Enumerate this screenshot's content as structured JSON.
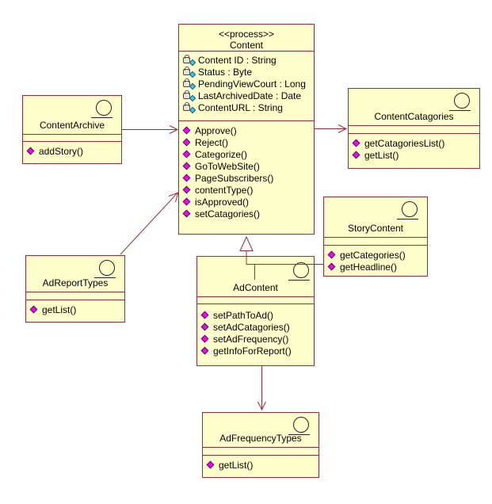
{
  "colors": {
    "box_fill": "#FFFFCC",
    "line_color": "#9C2B3A",
    "attribute_icon_color": "#3FC8F4",
    "operation_icon_color": "#E90CE9"
  },
  "classes": {
    "content": {
      "stereotype": "<<process>>",
      "name": "Content",
      "attributes": [
        "Content ID : String",
        "Status : Byte",
        "PendingViewCourt : Long",
        "LastArchivedDate : Date",
        "ContentURL : String"
      ],
      "methods": [
        "Approve()",
        "Reject()",
        "Categorize()",
        "GoToWebSite()",
        "PageSubscribers()",
        "contentType()",
        "isApproved()",
        "setCatagories()"
      ]
    },
    "content_archive": {
      "name": "ContentArchive",
      "methods": [
        "addStory()"
      ]
    },
    "content_catagories": {
      "name": "ContentCatagories",
      "methods": [
        "getCatagoriesList()",
        "getList()"
      ]
    },
    "story_content": {
      "name": "StoryContent",
      "methods": [
        "getCategories()",
        "getHeadline()"
      ]
    },
    "ad_report_types": {
      "name": "AdReportTypes",
      "methods": [
        "getList()"
      ]
    },
    "ad_content": {
      "name": "AdContent",
      "methods": [
        "setPathToAd()",
        "setAdCatagories()",
        "setAdFrequency()",
        "getInfoForReport()"
      ]
    },
    "ad_frequency_types": {
      "name": "AdFrequencyTypes",
      "methods": [
        "getList()"
      ]
    }
  },
  "relations": [
    {
      "from": "ContentArchive",
      "to": "Content",
      "type": "association-arrow"
    },
    {
      "from": "Content",
      "to": "ContentCatagories",
      "type": "association-arrow"
    },
    {
      "from": "AdReportTypes",
      "to": "Content",
      "type": "association-arrow"
    },
    {
      "from": "AdContent",
      "to": "Content",
      "type": "generalization"
    },
    {
      "from": "StoryContent",
      "to": "Content",
      "type": "generalization"
    },
    {
      "from": "AdContent",
      "to": "AdFrequencyTypes",
      "type": "association-arrow"
    }
  ]
}
